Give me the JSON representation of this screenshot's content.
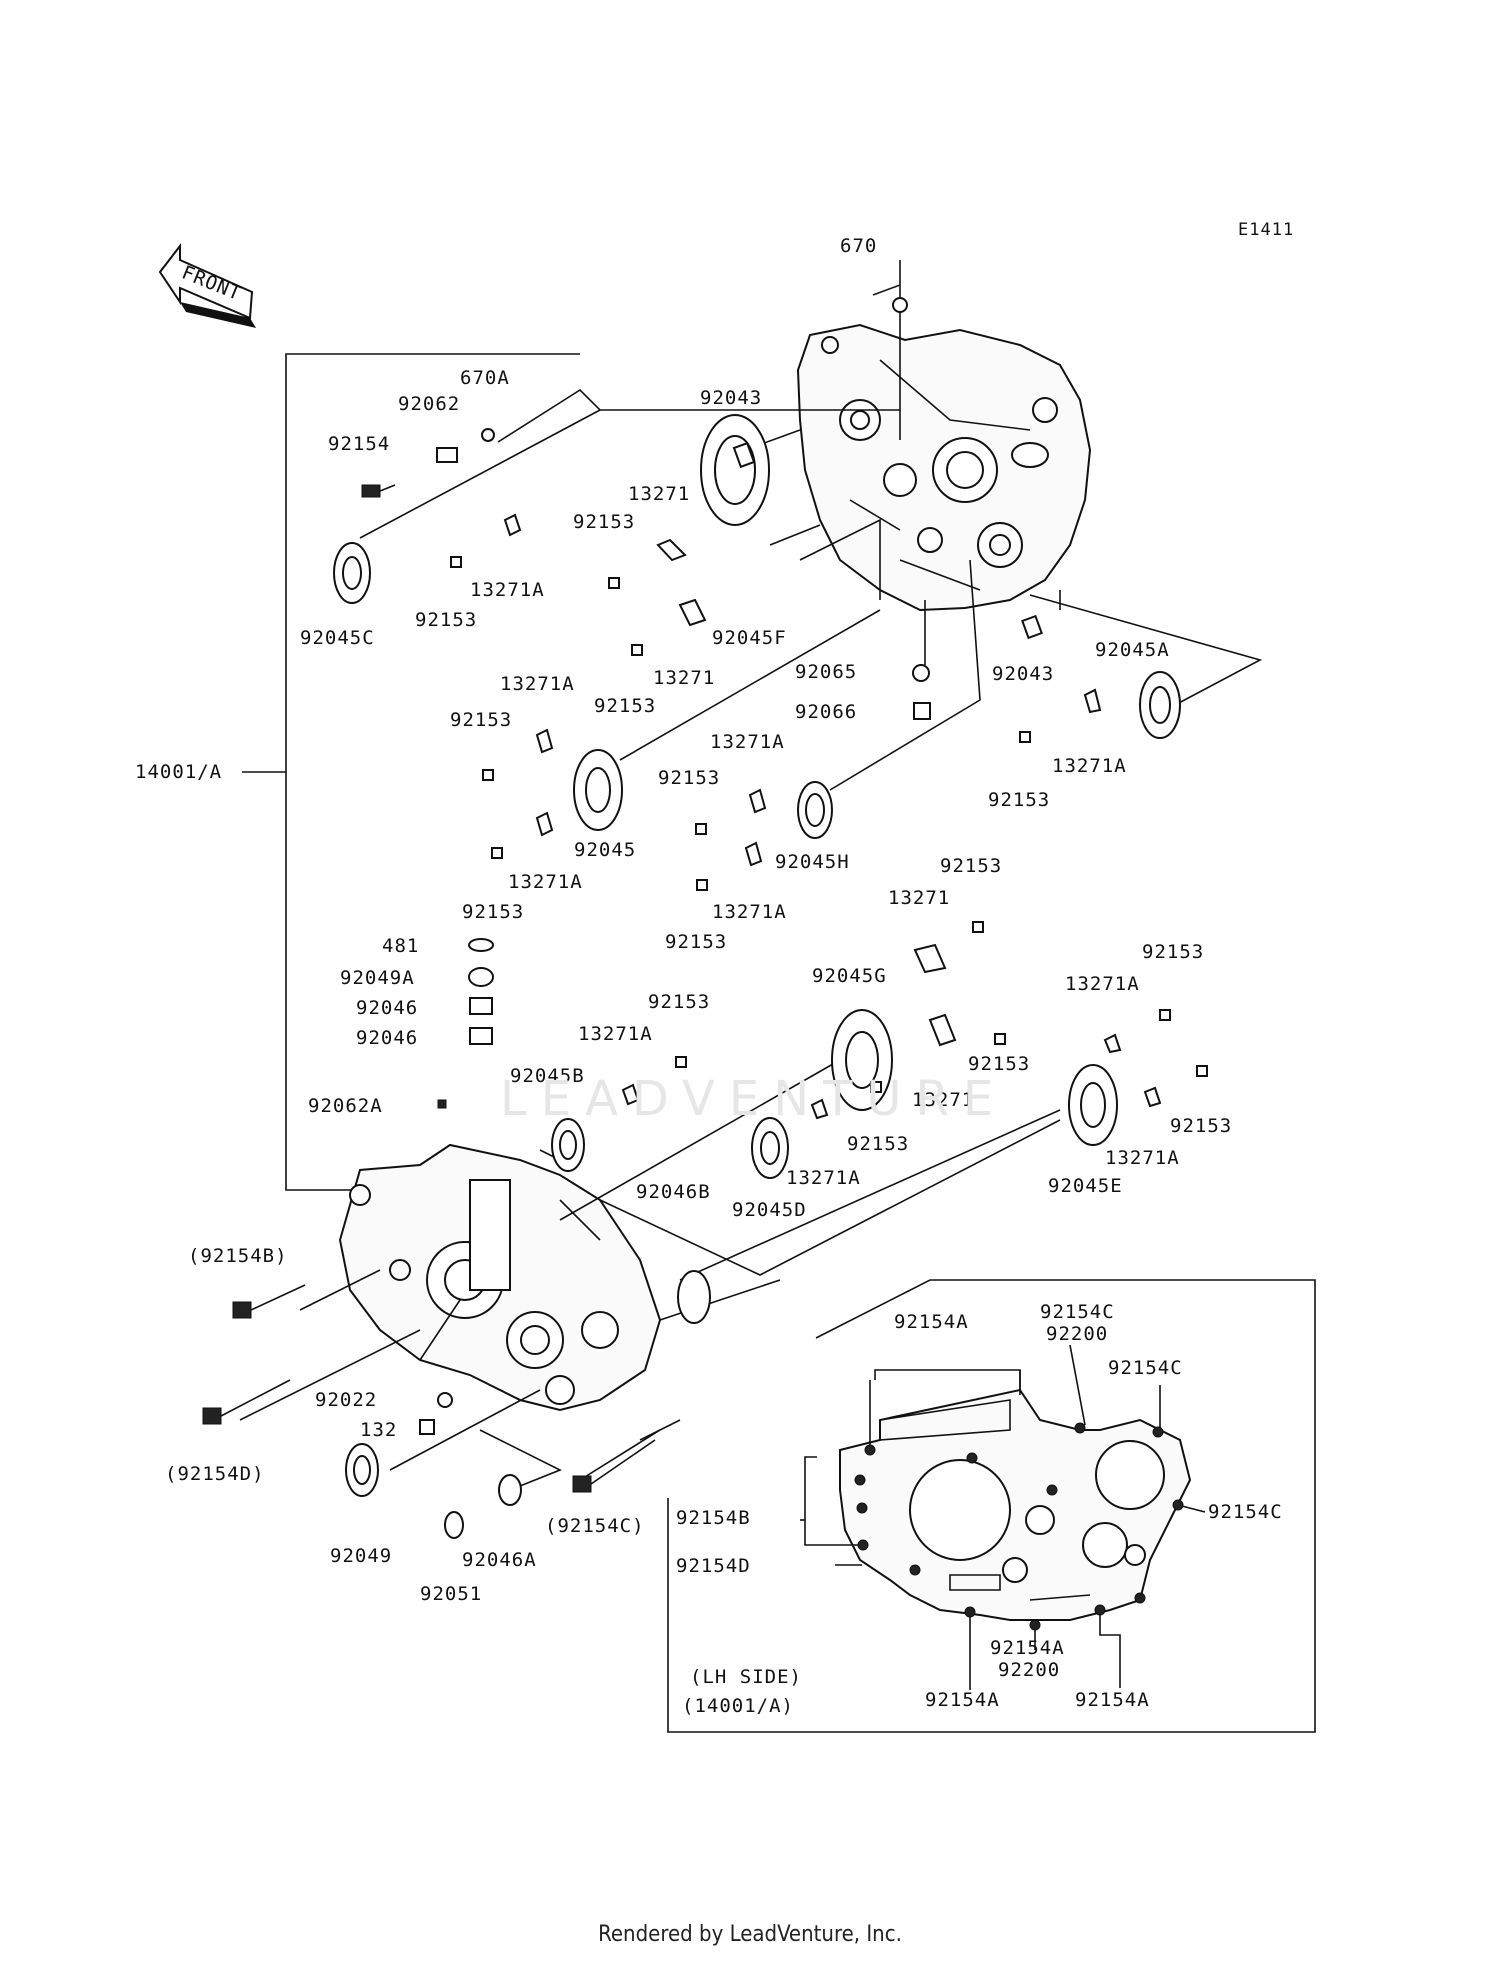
{
  "diagram_code": "E1411",
  "front_label": "FRONT",
  "footer": "Rendered by LeadVenture, Inc.",
  "watermark": "LEADVENTURE",
  "inset": {
    "side_label": "(LH SIDE)",
    "assembly_label": "(14001/A)"
  },
  "callouts": [
    {
      "id": "c670",
      "text": "670"
    },
    {
      "id": "c670A",
      "text": "670A"
    },
    {
      "id": "c92062",
      "text": "92062"
    },
    {
      "id": "c92154",
      "text": "92154"
    },
    {
      "id": "c92043a",
      "text": "92043"
    },
    {
      "id": "c13271a",
      "text": "13271"
    },
    {
      "id": "c92153a",
      "text": "92153"
    },
    {
      "id": "c13271Aa",
      "text": "13271A"
    },
    {
      "id": "c92153b",
      "text": "92153"
    },
    {
      "id": "c92045C",
      "text": "92045C"
    },
    {
      "id": "c92045F",
      "text": "92045F"
    },
    {
      "id": "c92153c",
      "text": "92153"
    },
    {
      "id": "c13271b",
      "text": "13271"
    },
    {
      "id": "c92065",
      "text": "92065"
    },
    {
      "id": "c92043b",
      "text": "92043"
    },
    {
      "id": "c92045A",
      "text": "92045A"
    },
    {
      "id": "c92066",
      "text": "92066"
    },
    {
      "id": "c13271Ab",
      "text": "13271A"
    },
    {
      "id": "c92153d",
      "text": "92153"
    },
    {
      "id": "c13271Ac",
      "text": "13271A"
    },
    {
      "id": "c92153e",
      "text": "92153"
    },
    {
      "id": "c13271Ad",
      "text": "13271A"
    },
    {
      "id": "c14001A",
      "text": "14001/A"
    },
    {
      "id": "c92153f",
      "text": "92153"
    },
    {
      "id": "c92045",
      "text": "92045"
    },
    {
      "id": "c92045H",
      "text": "92045H"
    },
    {
      "id": "c13271Ae",
      "text": "13271A"
    },
    {
      "id": "c92153g",
      "text": "92153"
    },
    {
      "id": "c92153h",
      "text": "92153"
    },
    {
      "id": "c13271Af",
      "text": "13271A"
    },
    {
      "id": "c92153i",
      "text": "92153"
    },
    {
      "id": "c13271c",
      "text": "13271"
    },
    {
      "id": "c481",
      "text": "481"
    },
    {
      "id": "c92045G",
      "text": "92045G"
    },
    {
      "id": "c92049A",
      "text": "92049A"
    },
    {
      "id": "c92153j",
      "text": "92153"
    },
    {
      "id": "c92046a",
      "text": "92046"
    },
    {
      "id": "c92153k",
      "text": "92153"
    },
    {
      "id": "c13271Ag",
      "text": "13271A"
    },
    {
      "id": "c92046b",
      "text": "92046"
    },
    {
      "id": "c13271Ah",
      "text": "13271A"
    },
    {
      "id": "c92153l",
      "text": "92153"
    },
    {
      "id": "c92045B",
      "text": "92045B"
    },
    {
      "id": "c13271d",
      "text": "13271"
    },
    {
      "id": "c92062A",
      "text": "92062A"
    },
    {
      "id": "c92153m",
      "text": "92153"
    },
    {
      "id": "c92153n",
      "text": "92153"
    },
    {
      "id": "c13271Ai",
      "text": "13271A"
    },
    {
      "id": "c13271Aj",
      "text": "13271A"
    },
    {
      "id": "c92045D",
      "text": "92045D"
    },
    {
      "id": "c92045E",
      "text": "92045E"
    },
    {
      "id": "c92046B",
      "text": "92046B"
    },
    {
      "id": "c92154B",
      "text": "(92154B)"
    },
    {
      "id": "c92022",
      "text": "92022"
    },
    {
      "id": "c132",
      "text": "132"
    },
    {
      "id": "c92154D",
      "text": "(92154D)"
    },
    {
      "id": "c92154C",
      "text": "(92154C)"
    },
    {
      "id": "c92049",
      "text": "92049"
    },
    {
      "id": "c92046A",
      "text": "92046A"
    },
    {
      "id": "c92051",
      "text": "92051"
    },
    {
      "id": "i92154Aa",
      "text": "92154A"
    },
    {
      "id": "i92154Ca",
      "text": "92154C"
    },
    {
      "id": "i92200a",
      "text": "92200"
    },
    {
      "id": "i92154Cb",
      "text": "92154C"
    },
    {
      "id": "i92154B",
      "text": "92154B"
    },
    {
      "id": "i92154Cc",
      "text": "92154C"
    },
    {
      "id": "i92154D",
      "text": "92154D"
    },
    {
      "id": "i92154Ab",
      "text": "92154A"
    },
    {
      "id": "i92200b",
      "text": "92200"
    },
    {
      "id": "i92154Ac",
      "text": "92154A"
    },
    {
      "id": "i92154Ad",
      "text": "92154A"
    }
  ]
}
